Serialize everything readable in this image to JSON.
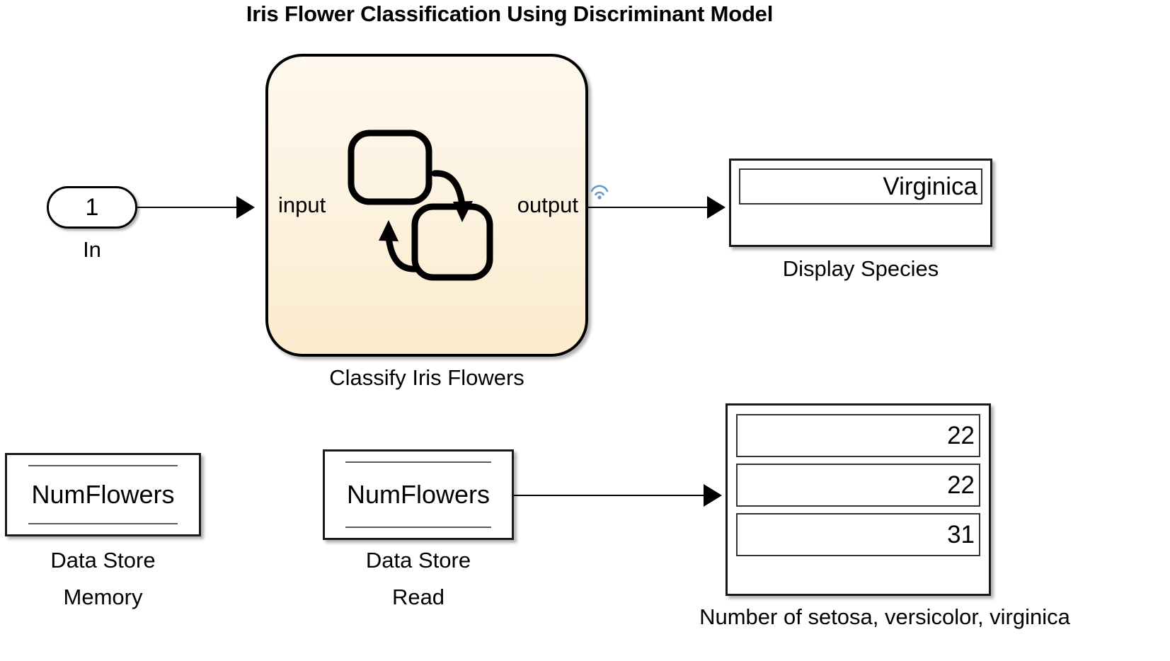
{
  "title": "Iris Flower Classification Using Discriminant Model",
  "blocks": {
    "inport": {
      "number": "1",
      "caption": "In"
    },
    "chart": {
      "input_port_label": "input",
      "output_port_label": "output",
      "caption": "Classify Iris Flowers",
      "icon_name": "stateflow-chart-icon",
      "fill_top": "#FEF8EE",
      "fill_bottom": "#FCEBCC",
      "border_color": "#000000"
    },
    "signal_annotation": {
      "icon_name": "broadcast-signal-icon",
      "color": "#6C9AC8"
    },
    "display_species": {
      "value": "Virginica",
      "caption": "Display Species"
    },
    "data_store_memory": {
      "name": "NumFlowers",
      "caption": "Data Store\nMemory"
    },
    "data_store_read": {
      "name": "NumFlowers",
      "caption": "Data Store\nRead"
    },
    "counts_display": {
      "values": [
        "22",
        "22",
        "31"
      ],
      "caption": "Number of setosa, versicolor, virginica"
    }
  }
}
